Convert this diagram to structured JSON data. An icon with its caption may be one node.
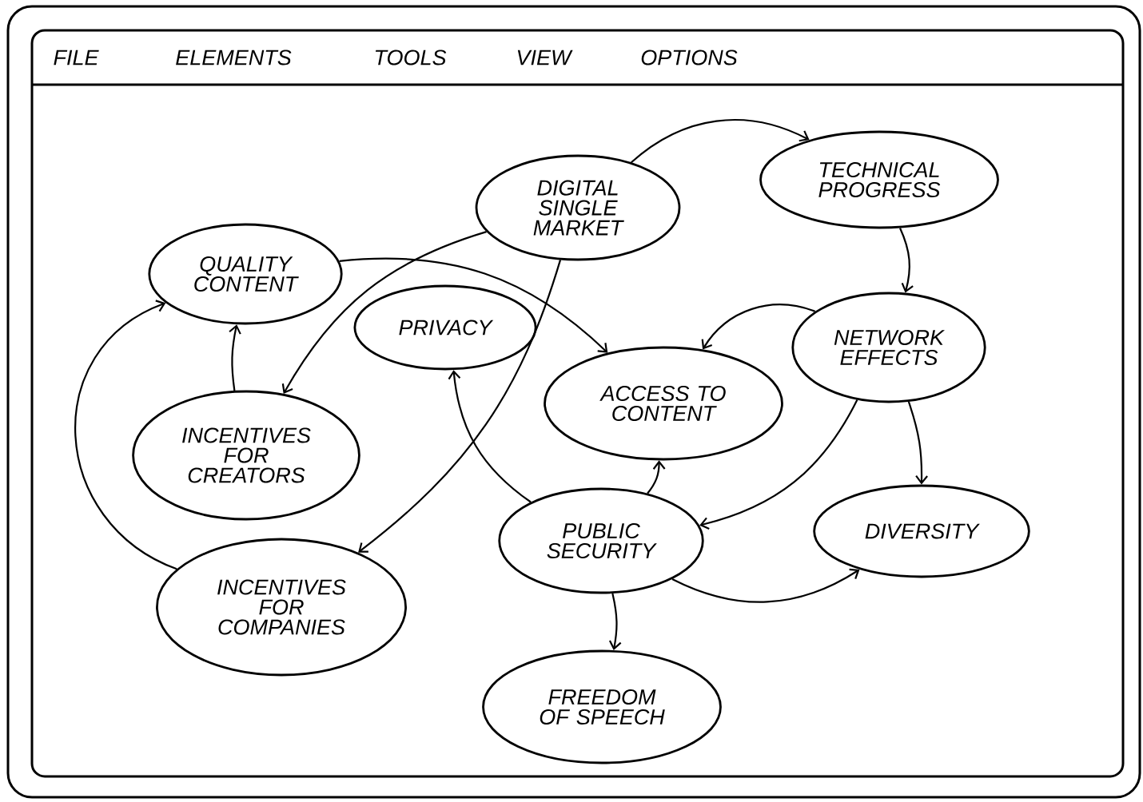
{
  "diagram": {
    "nodes": [
      {
        "text": [
          "DIGITAL SINGLE MARKET"
        ]
      },
      {
        "text": [
          "TECHNICAL PROGRESS"
        ]
      },
      {
        "text": [
          "QUALITY CONTENT"
        ]
      },
      {
        "text": [
          "PRIVACY"
        ]
      },
      {
        "text": [
          "ACCESS TO CONTENT"
        ]
      },
      {
        "text": [
          "NETWORK EFFECTS"
        ]
      },
      {
        "text": [
          "INCENTIVES FOR CREATORS"
        ]
      },
      {
        "text": [
          "PUBLIC SECURITY"
        ]
      },
      {
        "text": [
          "DIVERSITY"
        ]
      },
      {
        "text": [
          "INCENTIVES FOR COMPANIES"
        ]
      },
      {
        "text": [
          "FREEDOM OF SPEECH"
        ]
      }
    ],
    "edges": [
      {
        "from": 0,
        "to": 1,
        "arrow": "to"
      },
      {
        "from": 0,
        "to": 6,
        "arrow": "to"
      },
      {
        "from": 0,
        "to": 9,
        "arrow": "to"
      },
      {
        "from": 2,
        "to": 4,
        "arrow": "to"
      },
      {
        "from": 6,
        "to": 2,
        "arrow": "to"
      },
      {
        "from": 9,
        "to": 2,
        "arrow": "to"
      },
      {
        "from": 1,
        "to": 5,
        "arrow": "to"
      },
      {
        "from": 5,
        "to": 4,
        "arrow": "to"
      },
      {
        "from": 5,
        "to": 7,
        "arrow": "to"
      },
      {
        "from": 5,
        "to": 8,
        "arrow": "to"
      },
      {
        "from": 7,
        "to": 3,
        "arrow": "to"
      },
      {
        "from": 7,
        "to": 4,
        "arrow": "to"
      },
      {
        "from": 7,
        "to": 8,
        "arrow": "to"
      },
      {
        "from": 7,
        "to": 10,
        "arrow": "to"
      }
    ],
    "labels": [
      "FILE",
      "ELEMENTS",
      "TOOLS",
      "VIEW",
      "OPTIONS"
    ]
  }
}
